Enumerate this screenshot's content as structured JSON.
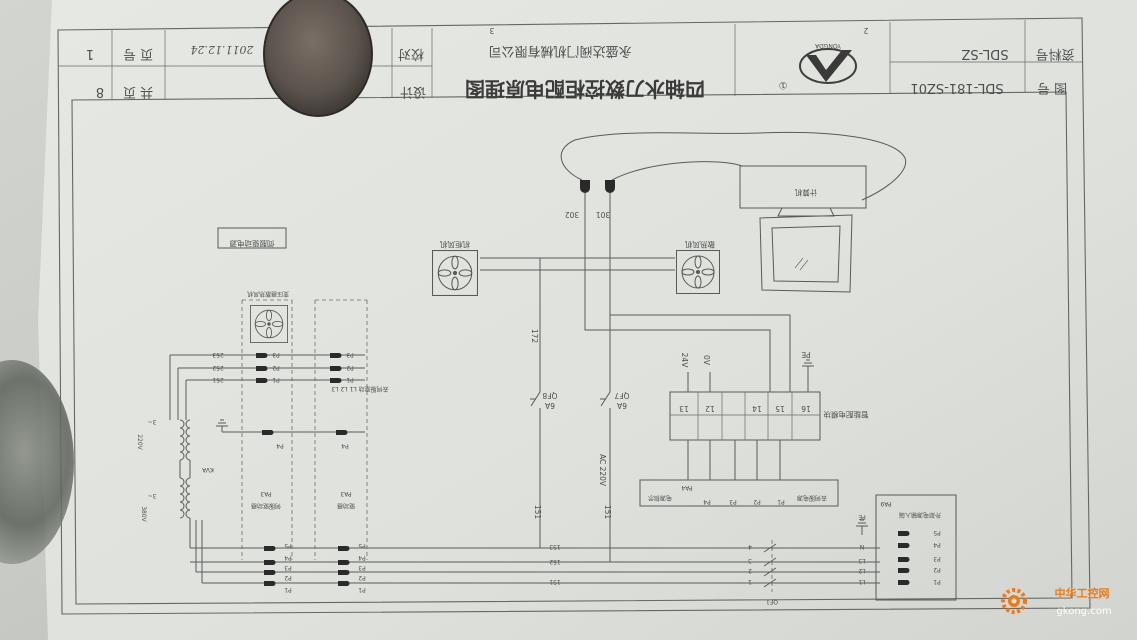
{
  "title_block": {
    "title": "四轴水刀数控柜配电原理图",
    "company": "永盛达阀门机械有限公司",
    "design_label": "设计",
    "check_label": "校对",
    "date": "2011.12.24",
    "page_no_label": "页 号",
    "page_no": "1",
    "total_pages_label": "共 页",
    "total_pages": "8",
    "drawing_no_label": "图 号",
    "drawing_no": "SDL-181-SZ01",
    "data_no_label": "资料号",
    "data_no": "SDL-SZ",
    "logo_text": "YONGDA",
    "revision_mark": "①"
  },
  "frame_numbers": {
    "a": "2",
    "b": "3"
  },
  "computer": {
    "label": "计算机",
    "conn_302": "302",
    "conn_301": "301"
  },
  "fans": {
    "cabinet": "机柜风机",
    "cooling": "散热风机",
    "transformer": "变压器散热风机"
  },
  "servo_power_label": "伺服驱动电源",
  "breakers": {
    "qf8": "QF8",
    "qf8_rating": "6A",
    "qf7": "QF7",
    "qf7_rating": "6A",
    "qf1": "QF1"
  },
  "wire_labels": {
    "w172": "172",
    "ac220": "AC 220V",
    "w151a": "151",
    "w151b": "151",
    "v24": "24V",
    "v0": "0V",
    "pe_top": "PE"
  },
  "module": {
    "label": "智能配电模块",
    "terminals": [
      "13",
      "12",
      "14",
      "15",
      "16"
    ]
  },
  "module_connector": {
    "pa": "PA4",
    "pins": [
      "P4",
      "P3",
      "P2",
      "P1"
    ],
    "left_label": "电源指示",
    "right_label": "去伺服电源"
  },
  "bus": {
    "wires": [
      "153",
      "152",
      "151"
    ],
    "phases": [
      "N",
      "L3",
      "L2",
      "L1"
    ],
    "qf1_poles": [
      "4",
      "3",
      "2",
      "1"
    ]
  },
  "input_terminal": {
    "pa": "PA9",
    "label": "外部电源输入端",
    "pins": [
      "P5",
      "P4",
      "P3",
      "P2",
      "P1"
    ],
    "pe": "PE"
  },
  "servo_section": {
    "feed_label": "去伺服驱动 L1 L2 L3",
    "feed_wires": [
      "253",
      "252",
      "251"
    ],
    "feed_pins": [
      "P3",
      "P2",
      "P1"
    ],
    "fan_pin": "P4",
    "drive_a": {
      "pa": "PA3",
      "label": "伺服驱动器"
    },
    "drive_b": {
      "pa": "PA3",
      "label": "驱动器"
    },
    "bus_pins": [
      "P5",
      "P4",
      "P3",
      "P2",
      "P1"
    ]
  },
  "transformer": {
    "phase_a": "3~",
    "voltage_a": "220V",
    "phase_b": "3~",
    "voltage_b": "380V",
    "rating": "KVA"
  },
  "watermark": {
    "brand": "中华工控网",
    "domain": "gkong.com"
  },
  "colors": {
    "paper": "#e3e5e1",
    "ink": "#4d4e4c",
    "watermark": "#f07a16"
  }
}
